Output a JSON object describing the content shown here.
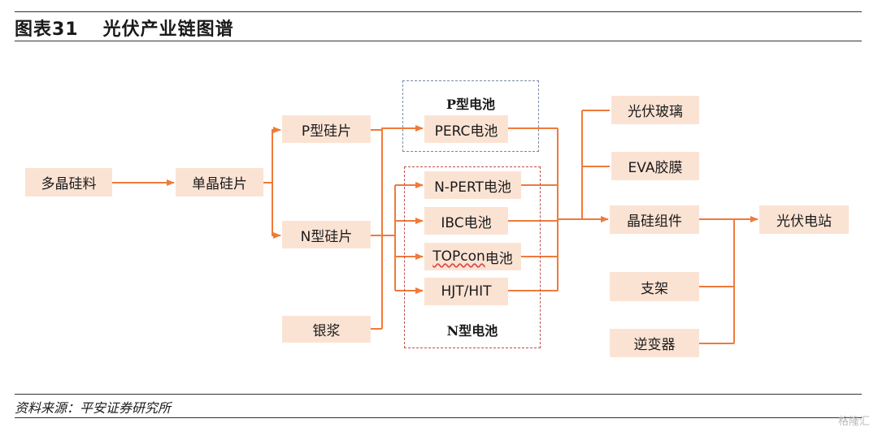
{
  "header": {
    "figure_number": "图表31",
    "title": "光伏产业链图谱"
  },
  "groups": {
    "p_type_cell": "P型电池",
    "n_type_cell": "N型电池"
  },
  "nodes": {
    "polysilicon": "多晶硅料",
    "mono_wafer": "单晶硅片",
    "p_wafer": "P型硅片",
    "n_wafer": "N型硅片",
    "silver_paste": "银浆",
    "perc": "PERC电池",
    "npert": "N-PERT电池",
    "ibc": "IBC电池",
    "topcon_prefix": "TOPcon",
    "topcon_suffix": "电池",
    "hjt": "HJT/HIT",
    "pv_glass": "光伏玻璃",
    "eva": "EVA胶膜",
    "module": "晶硅组件",
    "bracket": "支架",
    "inverter": "逆变器",
    "pv_station": "光伏电站"
  },
  "footer": {
    "source": "资料来源：平安证券研究所",
    "watermark": "格隆汇"
  },
  "colors": {
    "box_fill": "#fbe3d4",
    "arrow": "#f07a3a",
    "p_group_border": "#7a8ba3",
    "n_group_border": "#c0504d"
  }
}
